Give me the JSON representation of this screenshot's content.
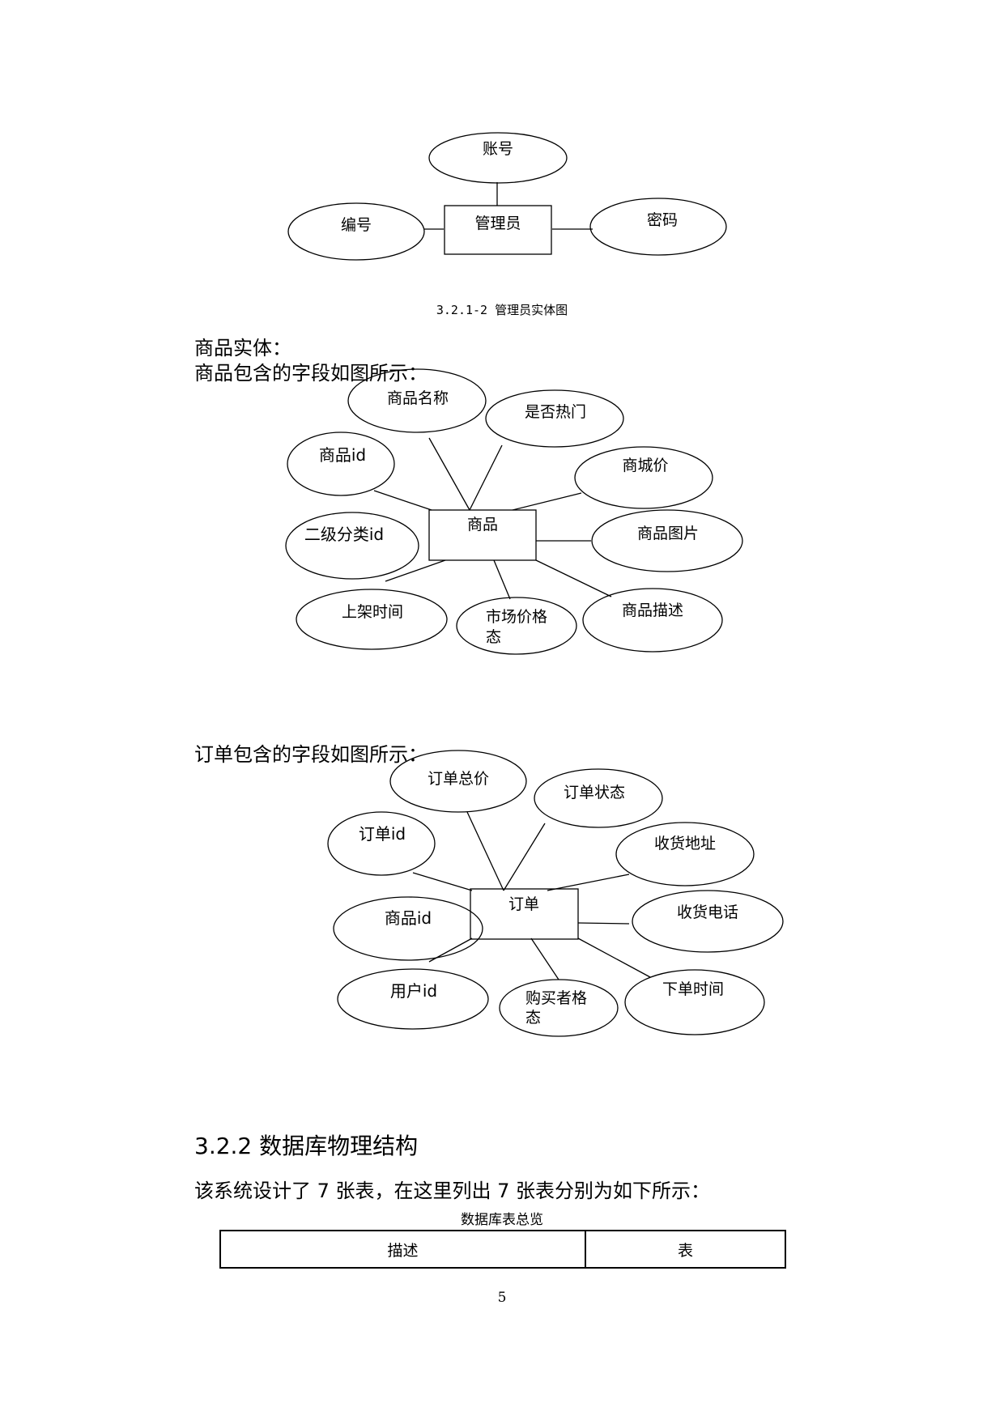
{
  "admin_diagram": {
    "entity": "管理员",
    "attributes": [
      "账号",
      "编号",
      "密码"
    ],
    "caption": "3.2.1-2 管理员实体图"
  },
  "product_section": {
    "title": "商品实体：",
    "intro": "商品包含的字段如图所示：",
    "entity": "商品",
    "attributes": [
      "商品名称",
      "是否热门",
      "商品id",
      "商城价",
      "二级分类id",
      "商品图片",
      "上架时间",
      "市场价格",
      "态",
      "商品描述"
    ]
  },
  "order_section": {
    "intro": "订单包含的字段如图所示：",
    "entity": "订单",
    "attributes": [
      "订单总价",
      "订单状态",
      "订单id",
      "收货地址",
      "商品id",
      "收货电话",
      "用户id",
      "购买者格",
      "态",
      "下单时间"
    ]
  },
  "physical_section": {
    "heading": "3.2.2 数据库物理结构",
    "intro": "该系统设计了 7 张表，在这里列出 7 张表分别为如下所示：",
    "table_title": "数据库表总览",
    "columns": [
      "描述",
      "表"
    ]
  },
  "page_number": "5"
}
